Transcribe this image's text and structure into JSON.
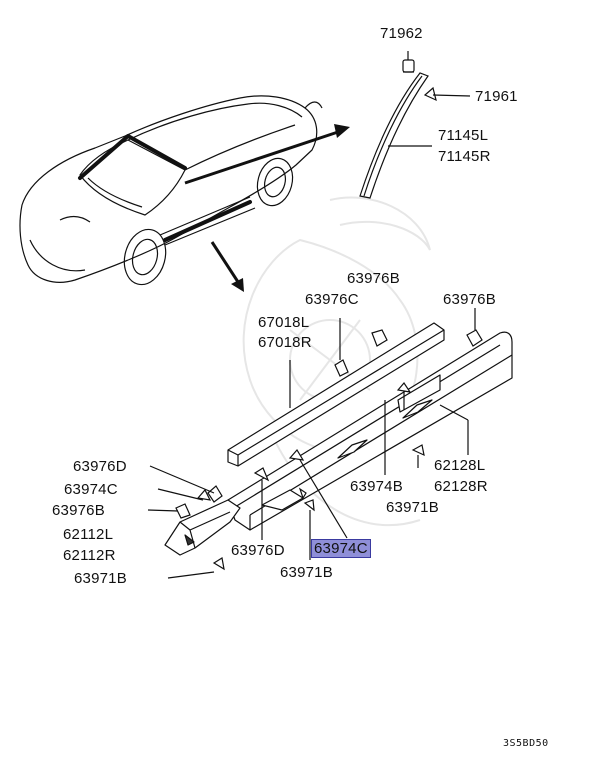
{
  "labels": {
    "p71962": "71962",
    "p71961": "71961",
    "p71145l": "71145L",
    "p71145r": "71145R",
    "p63976b_top": "63976B",
    "p63976c_top": "63976C",
    "p63976b_right": "63976B",
    "p67018l": "67018L",
    "p67018r": "67018R",
    "p63976d_left": "63976D",
    "p63974c_left": "63974C",
    "p63976b_left": "63976B",
    "p62112l": "62112L",
    "p62112r": "62112R",
    "p63971b_left": "63971B",
    "p62128l": "62128L",
    "p62128r": "62128R",
    "p63974b": "63974B",
    "p63971b_right": "63971B",
    "p63976d_mid": "63976D",
    "p63974c_mid": "63974C",
    "p63971b_mid": "63971B"
  },
  "highlighted_part": "63974C",
  "highlight_color": "#8f8fd8",
  "diagram_code": "3S5BD50"
}
